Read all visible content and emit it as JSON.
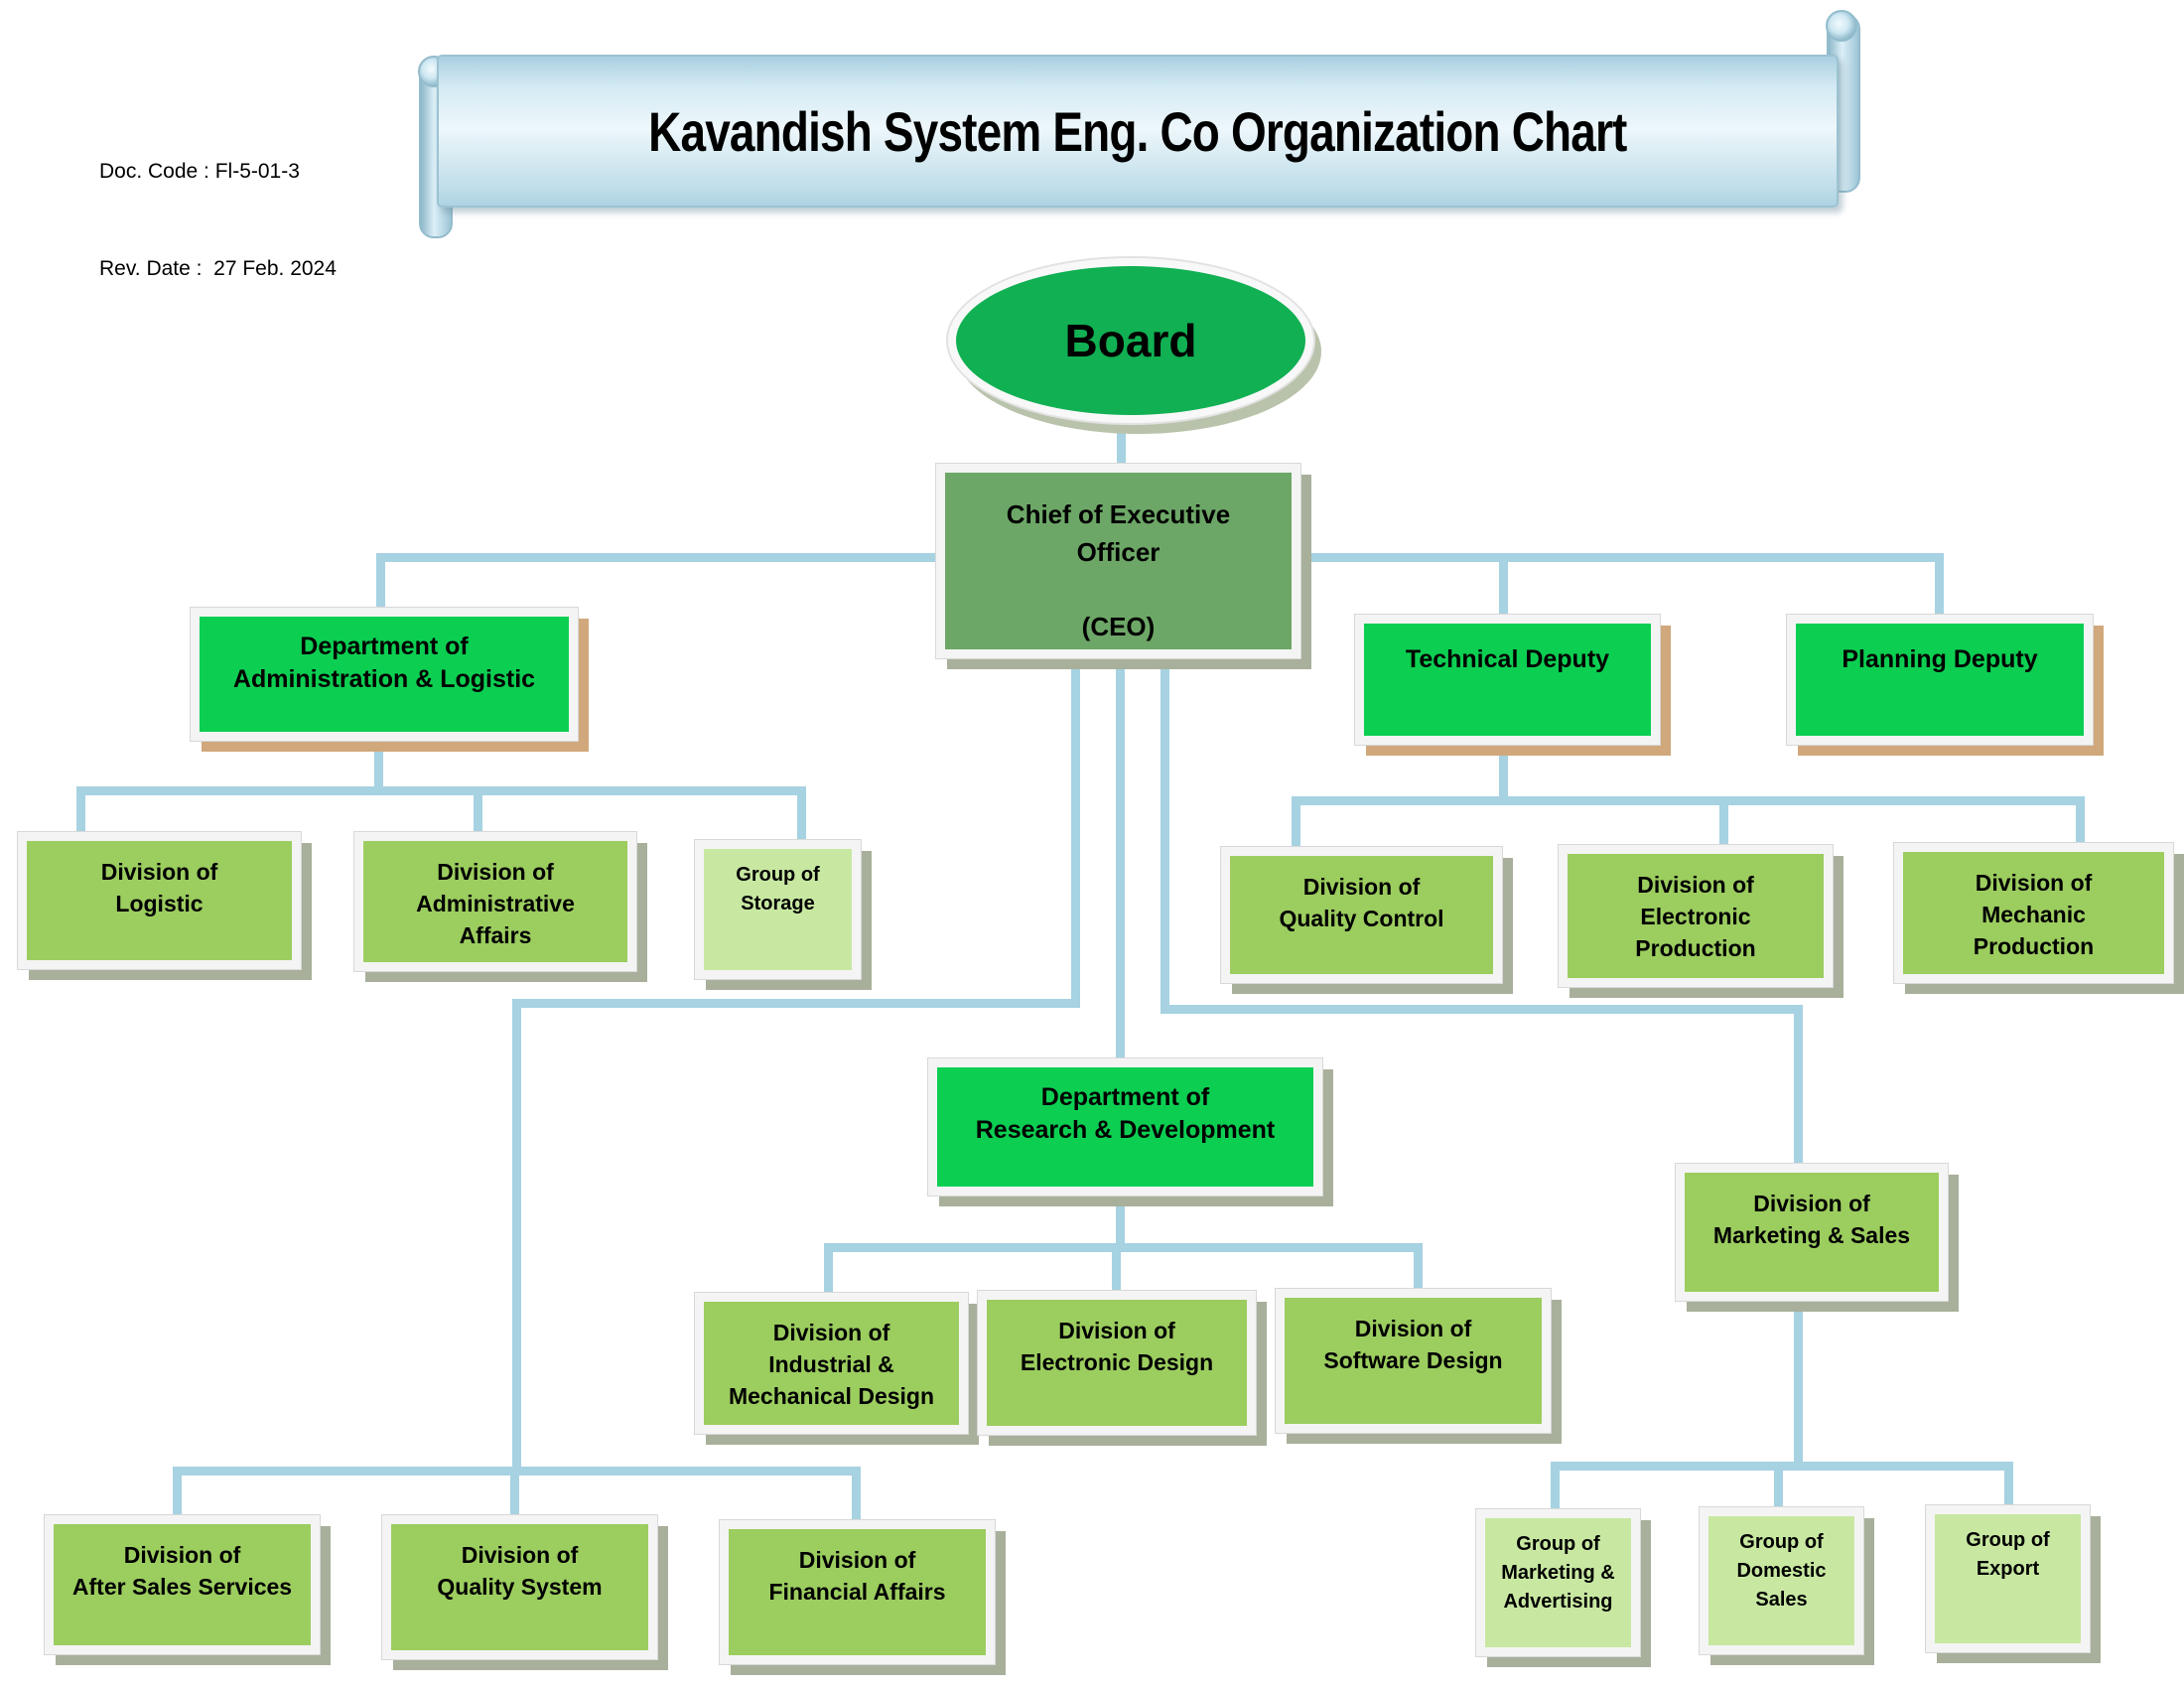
{
  "meta": {
    "doc_code": "Doc. Code : Fl-5-01-3",
    "rev_date": "Rev. Date :  27 Feb. 2024"
  },
  "banner": {
    "title": "Kavandish System Eng. Co Organization Chart"
  },
  "nodes": {
    "board": {
      "label": "Board"
    },
    "ceo": {
      "label": "Chief of Executive\nOfficer\n\n(CEO)"
    },
    "dept_admin_logistic": {
      "label": "Department of\nAdministration & Logistic"
    },
    "div_logistic": {
      "label": "Division of\nLogistic"
    },
    "div_admin_affairs": {
      "label": "Division of\nAdministrative\nAffairs"
    },
    "grp_storage": {
      "label": "Group of\nStorage"
    },
    "tech_deputy": {
      "label": "Technical Deputy"
    },
    "plan_deputy": {
      "label": "Planning Deputy"
    },
    "div_quality_control": {
      "label": "Division of\nQuality Control"
    },
    "div_electronic_production": {
      "label": "Division of\nElectronic\nProduction"
    },
    "div_mechanic_production": {
      "label": "Division of\nMechanic\nProduction"
    },
    "dept_rnd": {
      "label": "Department of\nResearch & Development"
    },
    "div_industrial_mechanical": {
      "label": "Division of\nIndustrial &\nMechanical Design"
    },
    "div_electronic_design": {
      "label": "Division of\nElectronic Design"
    },
    "div_software_design": {
      "label": "Division of\nSoftware Design"
    },
    "div_marketing_sales": {
      "label": "Division of\nMarketing & Sales"
    },
    "div_after_sales": {
      "label": "Division of\nAfter Sales Services"
    },
    "div_quality_system": {
      "label": "Division of\nQuality System"
    },
    "div_financial_affairs": {
      "label": "Division of\nFinancial Affairs"
    },
    "grp_marketing_advertising": {
      "label": "Group of\nMarketing &\nAdvertising"
    },
    "grp_domestic_sales": {
      "label": "Group of\nDomestic\nSales"
    },
    "grp_export": {
      "label": "Group of\nExport"
    }
  },
  "edges": [
    [
      "board",
      "ceo"
    ],
    [
      "ceo",
      "dept_admin_logistic"
    ],
    [
      "ceo",
      "tech_deputy"
    ],
    [
      "ceo",
      "plan_deputy"
    ],
    [
      "ceo",
      "dept_rnd"
    ],
    [
      "ceo",
      "div_marketing_sales"
    ],
    [
      "ceo",
      "div_after_sales"
    ],
    [
      "ceo",
      "div_quality_system"
    ],
    [
      "ceo",
      "div_financial_affairs"
    ],
    [
      "dept_admin_logistic",
      "div_logistic"
    ],
    [
      "dept_admin_logistic",
      "div_admin_affairs"
    ],
    [
      "dept_admin_logistic",
      "grp_storage"
    ],
    [
      "tech_deputy",
      "div_quality_control"
    ],
    [
      "tech_deputy",
      "div_electronic_production"
    ],
    [
      "tech_deputy",
      "div_mechanic_production"
    ],
    [
      "dept_rnd",
      "div_industrial_mechanical"
    ],
    [
      "dept_rnd",
      "div_electronic_design"
    ],
    [
      "dept_rnd",
      "div_software_design"
    ],
    [
      "div_marketing_sales",
      "grp_marketing_advertising"
    ],
    [
      "div_marketing_sales",
      "grp_domestic_sales"
    ],
    [
      "div_marketing_sales",
      "grp_export"
    ]
  ],
  "colors": {
    "green_bright": "#0ccf52",
    "green_board": "#10b053",
    "green_sage": "#6da767",
    "green_division": "#9ccd5f",
    "green_group": "#c8e8a2",
    "connector_blue": "#a6d2e2",
    "shadow_tan": "#d0a87b",
    "shadow_gray": "#a8b09b",
    "banner_blue": "#c2dfeb"
  }
}
